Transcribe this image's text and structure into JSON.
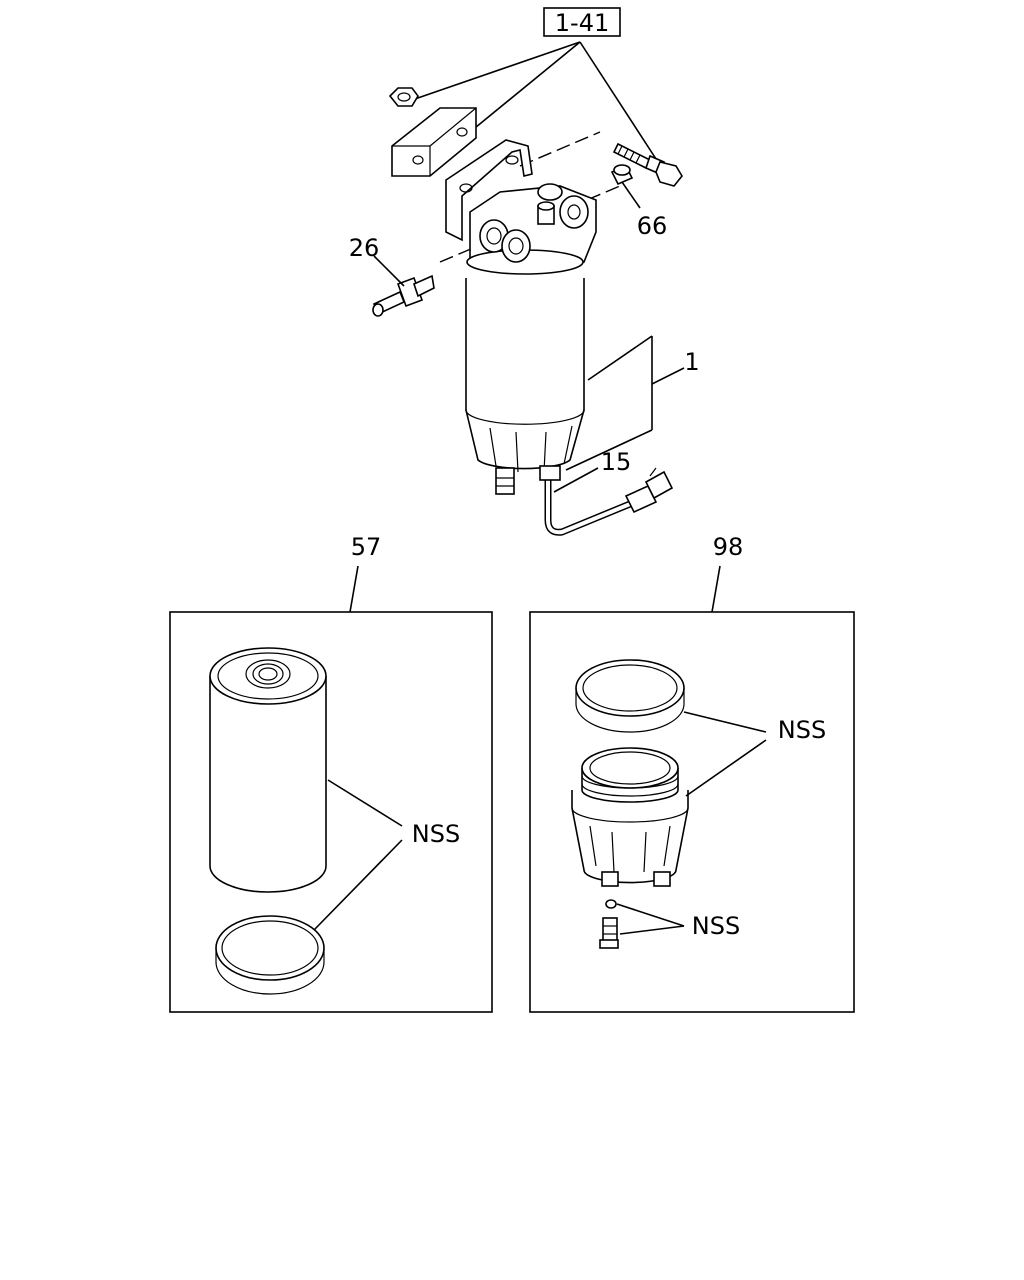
{
  "labels": {
    "ref_box": "1-41",
    "callout_1": "1",
    "callout_15": "15",
    "callout_26": "26",
    "callout_66": "66",
    "callout_57": "57",
    "callout_98": "98",
    "nss_left": "NSS",
    "nss_right_upper": "NSS",
    "nss_right_lower": "NSS"
  },
  "colors": {
    "ink": "#000000",
    "paper": "#ffffff"
  }
}
